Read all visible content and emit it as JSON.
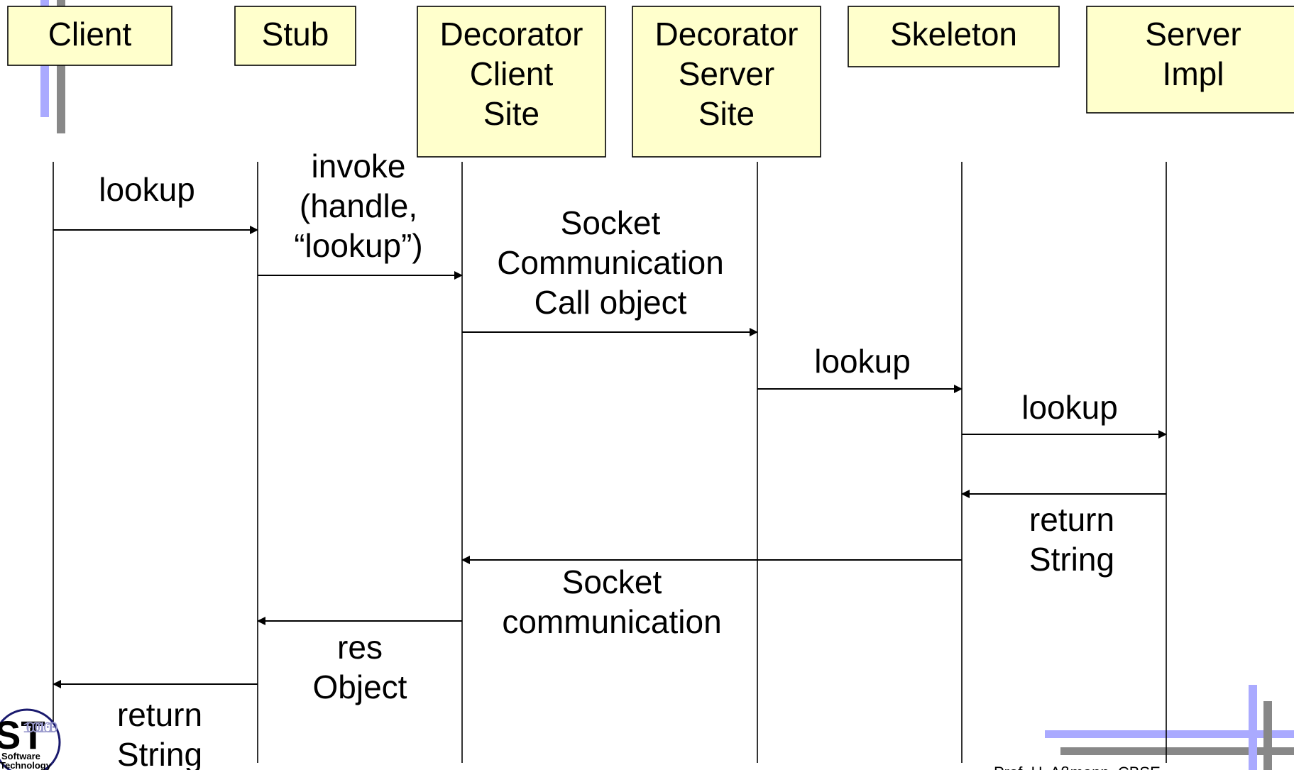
{
  "participants": [
    {
      "id": "client",
      "lines": [
        "Client"
      ]
    },
    {
      "id": "stub",
      "lines": [
        "Stub"
      ]
    },
    {
      "id": "dec_client",
      "lines": [
        "Decorator",
        "Client",
        "Site"
      ]
    },
    {
      "id": "dec_server",
      "lines": [
        "Decorator",
        "Server",
        "Site"
      ]
    },
    {
      "id": "skeleton",
      "lines": [
        "Skeleton"
      ]
    },
    {
      "id": "server_impl",
      "lines": [
        "Server",
        "Impl"
      ]
    }
  ],
  "messages": [
    {
      "from": "client",
      "to": "stub",
      "lines": [
        "lookup"
      ]
    },
    {
      "from": "stub",
      "to": "dec_client",
      "lines": [
        "invoke",
        "(handle,",
        "“lookup”)"
      ]
    },
    {
      "from": "dec_client",
      "to": "dec_server",
      "lines": [
        "Socket",
        "Communication",
        "Call object"
      ]
    },
    {
      "from": "dec_server",
      "to": "skeleton",
      "lines": [
        "lookup"
      ]
    },
    {
      "from": "skeleton",
      "to": "server_impl",
      "lines": [
        "lookup"
      ]
    },
    {
      "from": "server_impl",
      "to": "skeleton",
      "lines": [
        "return",
        "String"
      ]
    },
    {
      "from": "skeleton",
      "to": "dec_client",
      "lines": [
        "Socket",
        "communication"
      ]
    },
    {
      "from": "dec_client",
      "to": "stub",
      "lines": [
        "res",
        "Object"
      ]
    },
    {
      "from": "stub",
      "to": "client",
      "lines": [
        "return",
        "String"
      ]
    }
  ],
  "logo": {
    "mark": "ST",
    "bits": "10 001 010",
    "line1": "Software",
    "line2": "Technology"
  },
  "footer": {
    "text": "Prof. U. Aßmann, CBSE"
  },
  "colors": {
    "header_fill": "#ffffcc",
    "deco_blue": "#aaaaff",
    "deco_gray": "#888888"
  }
}
